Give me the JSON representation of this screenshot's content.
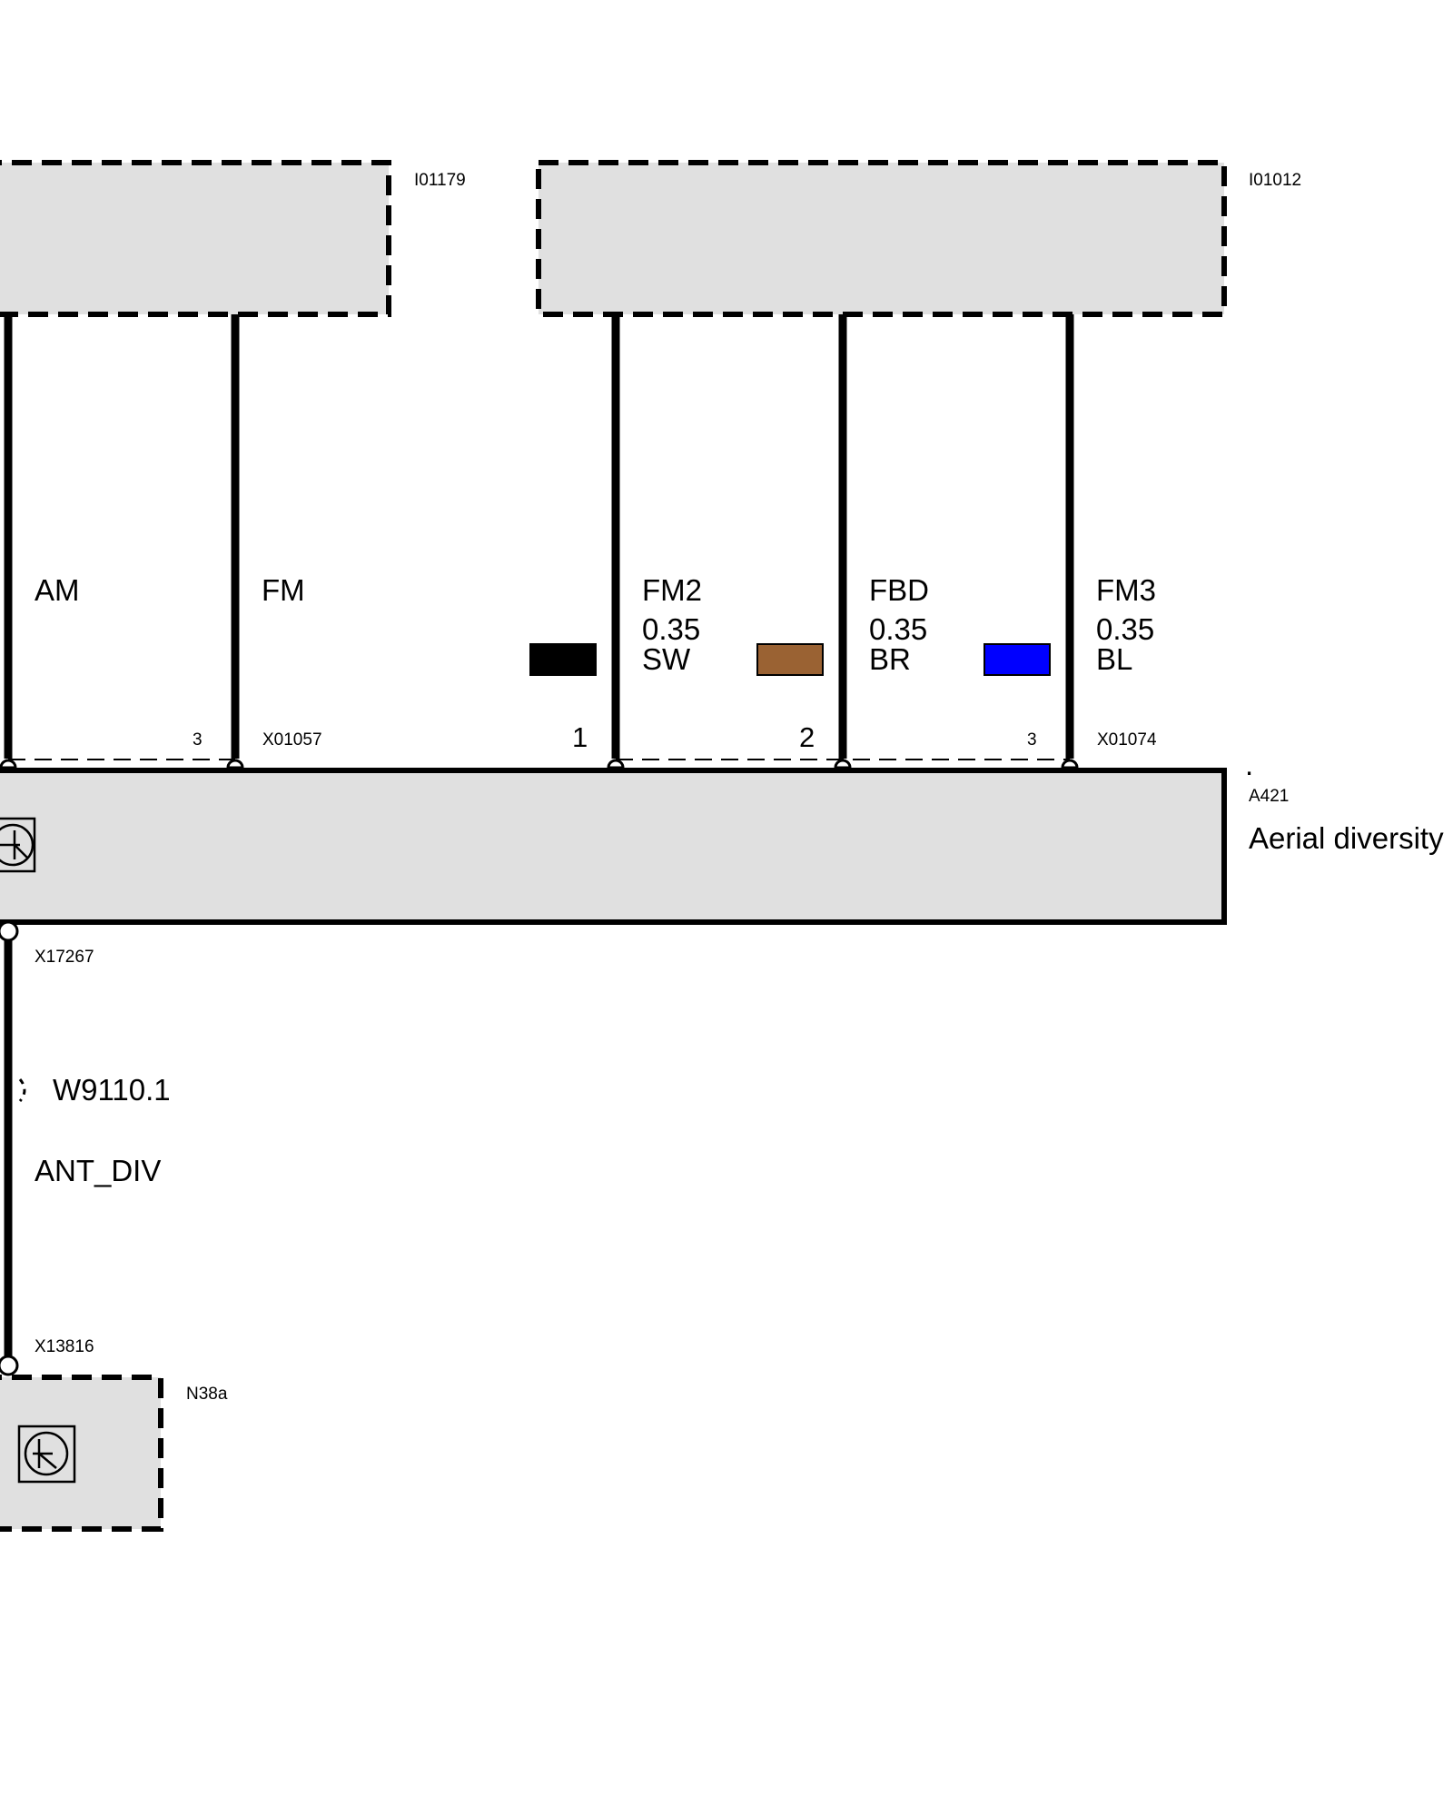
{
  "components": {
    "top_left": {
      "id": "I01179"
    },
    "top_right": {
      "id": "I01012"
    },
    "main": {
      "id": "A421",
      "dot": ".",
      "name": "Aerial diversity"
    },
    "bottom": {
      "id": "N38a"
    }
  },
  "connectors": {
    "left": {
      "id": "X01057",
      "pin_label": "3"
    },
    "right": {
      "id": "X01074"
    },
    "main_out": {
      "id": "X17267"
    },
    "bottom_in": {
      "id": "X13816"
    }
  },
  "wires": [
    {
      "signal": "AM"
    },
    {
      "signal": "FM"
    },
    {
      "signal": "FM2",
      "pin": "1",
      "size": "0.35",
      "color_code": "SW",
      "swatch": "#000000"
    },
    {
      "signal": "FBD",
      "pin": "2",
      "size": "0.35",
      "color_code": "BR",
      "swatch": "#9a6233"
    },
    {
      "signal": "FM3",
      "pin": "3",
      "size": "0.35",
      "color_code": "BL",
      "swatch": "#0000ff"
    }
  ],
  "cable": {
    "id": "W9110.1",
    "signal": "ANT_DIV"
  }
}
